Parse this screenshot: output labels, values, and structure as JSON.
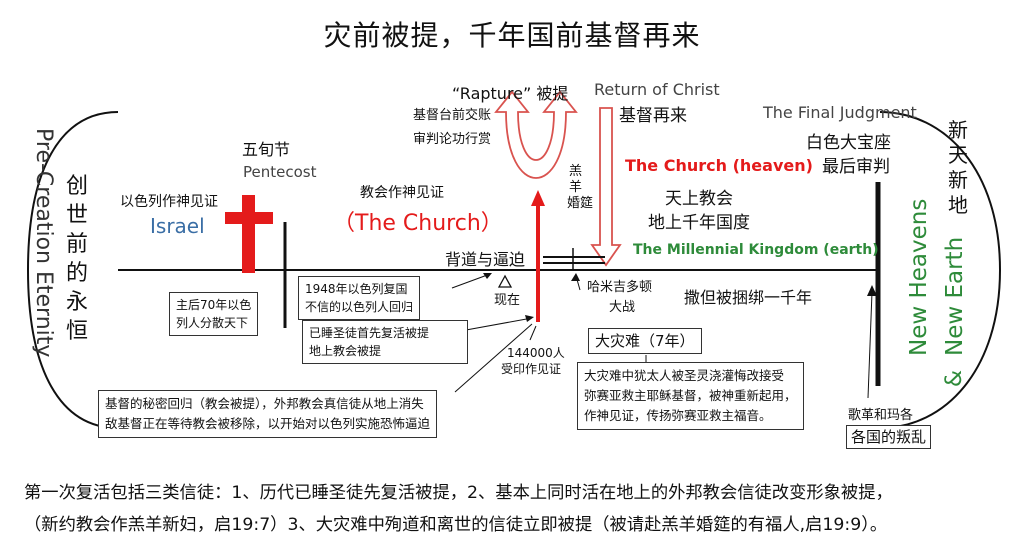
{
  "title": "灾前被提，千年国前基督再来",
  "left_end": {
    "english": "Pre-Creation Eternity",
    "chinese": [
      "创",
      "世",
      "前",
      "的",
      "永",
      "恒"
    ]
  },
  "right_end": {
    "chinese": [
      "新",
      "天",
      "新",
      "地"
    ],
    "english_line1": "New Heavens",
    "english_line2": "New Earth",
    "ampersand": "&"
  },
  "israel": {
    "witness": "以色列作神见证",
    "name": "Israel"
  },
  "pentecost": {
    "chinese": "五旬节",
    "english": "Pentecost"
  },
  "church": {
    "witness": "教会作神见证",
    "name": "（The Church）"
  },
  "rapture": {
    "label": "“Rapture” 被提",
    "line1": "基督台前交账",
    "line2": "审判论功行赏"
  },
  "lamb_marriage": [
    "羔",
    "羊",
    "婚",
    "筵"
  ],
  "return": {
    "english": "Return of Christ",
    "chinese": "基督再来"
  },
  "final_judgment": {
    "english": "The Final Judgment",
    "line1": "白色大宝座",
    "line2": "最后审判"
  },
  "church_heaven": "The Church (heaven)",
  "heaven_church": "天上教会",
  "earth_kingdom": "地上千年国度",
  "millennial": "The Millennial Kingdom (earth)",
  "apostasy": "背道与逼迫",
  "now": "现在",
  "armageddon": {
    "line1": "哈米吉多顿",
    "line2": "大战"
  },
  "satan_bound": "撒但被捆绑一千年",
  "gog_magog": "歌革和玛各",
  "nations_revolt": "各国的叛乱",
  "tribulation": "大灾难（7年）",
  "sealed": {
    "line1": "144000人",
    "line2": "受印作见证"
  },
  "boxes": {
    "scattered": {
      "line1": "主后70年以色",
      "line2": "列人分散天下"
    },
    "israel_1948": {
      "line1": "1948年以色列复国",
      "line2": "不信的以色列人回归"
    },
    "raptured": {
      "line1": "已睡圣徒首先复活被提",
      "line2": "地上教会被提"
    },
    "secret_return": {
      "line1": "基督的秘密回归（教会被提），外邦教会真信徒从地上消失",
      "line2": "敌基督正在等待教会被移除，以开始对以色列实施恐怖逼迫"
    },
    "jews_repent": {
      "line1": "大灾难中犹太人被圣灵浇灌悔改接受",
      "line2": "弥赛亚救主耶稣基督，被神重新起用，",
      "line3": "作神见证，传扬弥赛亚救主福音。"
    }
  },
  "caption": {
    "line1": "第一次复活包括三类信徒：1、历代已睡圣徒先复活被提，2、基本上同时活在地上的外邦教会信徒改变形象被提，",
    "line2": "（新约教会作羔羊新妇，启19:7）3、大灾难中殉道和离世的信徒立即被提（被请赴羔羊婚筵的有福人,启19:9）。"
  },
  "colors": {
    "red": "#e41b1b",
    "green": "#2e8b3a",
    "blue": "#3a6ea5",
    "black": "#111111",
    "arrow_red": "#d9534f"
  }
}
